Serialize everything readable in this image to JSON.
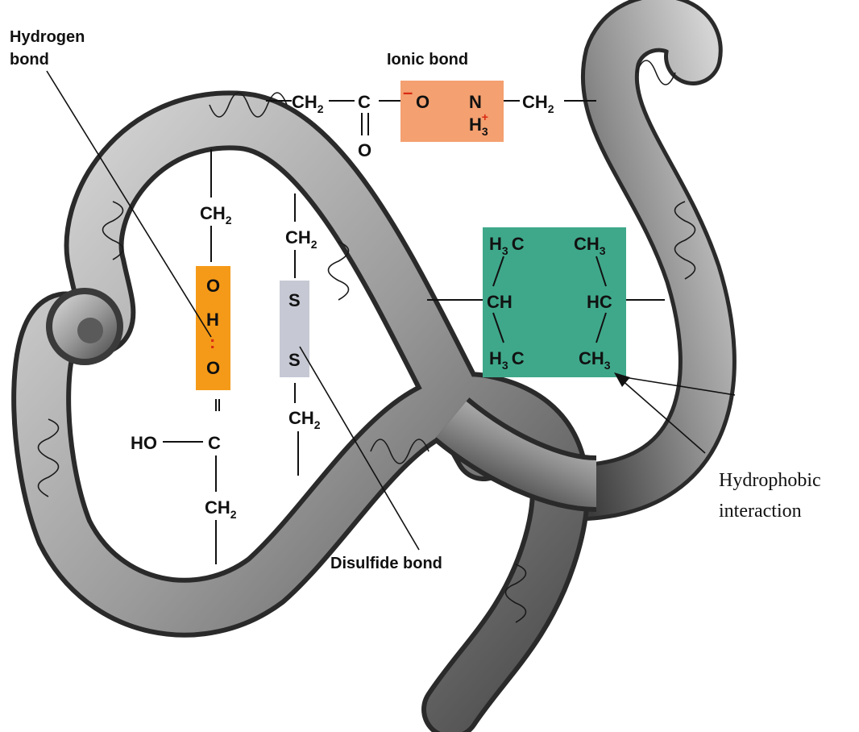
{
  "labels": {
    "hydrogen_bond_line1": "Hydrogen",
    "hydrogen_bond_line2": "bond",
    "ionic_bond": "Ionic bond",
    "disulfide_bond": "Disulfide bond",
    "hydrophobic_line1": "Hydrophobic",
    "hydrophobic_line2": "interaction"
  },
  "ionic": {
    "ch2_left": "CH",
    "c": "C",
    "carbonyl_o": "O",
    "o_minus": "O",
    "minus": "–",
    "n": "N",
    "h3": "H",
    "h3_sub": "3",
    "plus": "+",
    "ch2_right": "CH",
    "sub2": "2"
  },
  "hbond": {
    "ch2": "CH",
    "sub2": "2",
    "o_top": "O",
    "h": "H",
    "dots": ":",
    "o_bottom": "O",
    "ho": "HO",
    "c": "C",
    "ch2_bottom": "CH"
  },
  "disulfide": {
    "ch2_top": "CH",
    "s_top": "S",
    "s_bottom": "S",
    "ch2_bottom": "CH",
    "sub2": "2"
  },
  "hydrophobic": {
    "h3c_top": "H",
    "c_top": "C",
    "ch_left": "CH",
    "h3c_bottom": "H",
    "c_bottom": "C",
    "ch3_top": "CH",
    "hc_right": "HC",
    "ch3_bottom": "CH",
    "sub3": "3"
  },
  "colors": {
    "ionic_box": "#f4a070",
    "hbond_box": "#f59a18",
    "disulfide_box": "#c6c9d4",
    "hydrophobic_box": "#3fa88a",
    "tube": "#8e8e8e"
  }
}
